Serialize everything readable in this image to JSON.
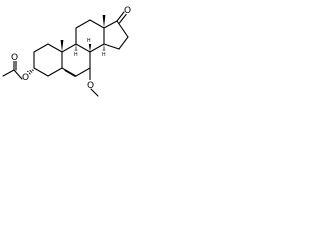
{
  "molecule": {
    "atoms": {
      "ketone_oxygen": "O",
      "ester_oxygen": "O",
      "ether_oxygen": "O",
      "carbonyl_oxygen": "O"
    },
    "stereo_labels": {
      "c3": "",
      "c8": "H",
      "c9": "H",
      "c10": "",
      "c13": "",
      "c14": "H",
      "c17": ""
    }
  }
}
